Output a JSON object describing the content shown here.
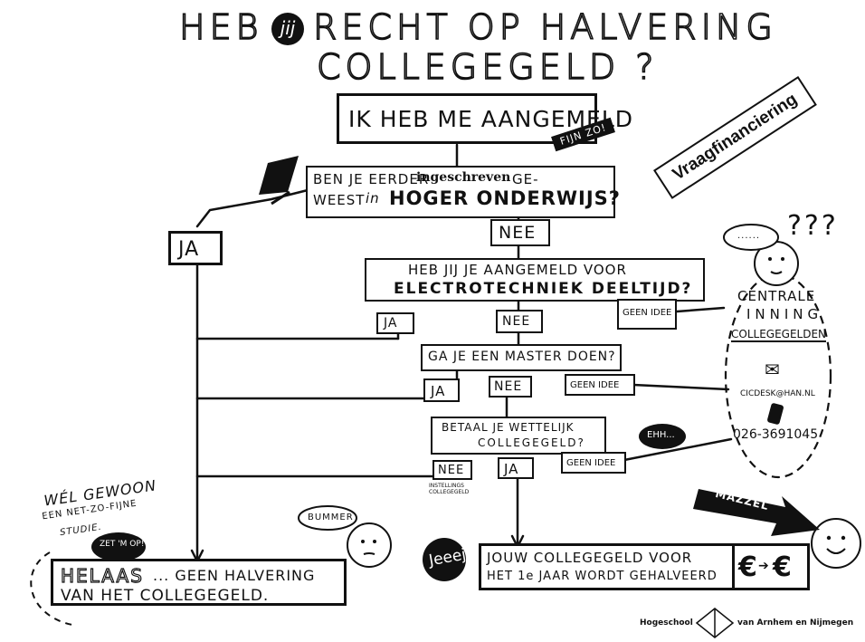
{
  "title": {
    "line1_a": "HEB",
    "line1_jij": "jij",
    "line1_b": "RECHT OP HALVERING",
    "line2": "COLLEGEGELD ?"
  },
  "start_box": {
    "text": "IK HEB ME AANGEMELD",
    "tag": "FIJN ZO!"
  },
  "q1": {
    "line1_a": "BEN JE EERDER",
    "line1_inline": "ingeschreven",
    "line1_b": "GE-",
    "line2_a": "WEEST",
    "line2_in": "in",
    "line2_b": "HOGER ONDERWIJS?"
  },
  "stamp": "Vraagfinanciering",
  "ja_main": "JA",
  "nee_main": "NEE",
  "q2": {
    "line1": "HEB JIJ JE AANGEMELD VOOR",
    "line2": "ELECTROTECHNIEK DEELTIJD?"
  },
  "q2_answers": {
    "ja": "JA",
    "nee": "NEE",
    "geen_idee": "GEEN IDEE"
  },
  "q3": {
    "text": "GA JE EEN MASTER DOEN?"
  },
  "q3_answers": {
    "ja": "JA",
    "nee": "NEE",
    "geen_idee": "GEEN IDEE"
  },
  "q4": {
    "line1": "BETAAL JE WETTELIJK",
    "line2": "COLLEGEGELD?"
  },
  "q4_answers": {
    "nee": "NEE",
    "ja": "JA",
    "geen_idee": "GEEN IDEE",
    "note": "INSTELLINGS COLLEGEGELD"
  },
  "ehh": "EHH...",
  "dots": "......",
  "question_marks": "???",
  "cic": {
    "l1": "CENTRALE",
    "l2": "INNING",
    "l3": "COLLEGEGELDEN",
    "email": "CICDESK@HAN.NL",
    "phone": "026-3691045"
  },
  "side_note": {
    "l1": "WÉL GEWOON",
    "l2": "EEN NET-ZO-FIJNE",
    "l3": "STUDIE.",
    "bubble": "ZET 'M OP!"
  },
  "bummer": "BUMMER",
  "helaas": {
    "l1_a": "HELAAS",
    "l1_b": "... GEEN HALVERING",
    "l2": "VAN HET COLLEGEGELD."
  },
  "mazzel": "MAZZEL",
  "jeeej": "Jeeej",
  "result": {
    "l1": "JOUW COLLEGEGELD VOOR",
    "l2": "HET 1e JAAR WORDT GEHALVEERD"
  },
  "euro": {
    "left": "€",
    "arrow": "➔",
    "right": "€"
  },
  "footer": {
    "left": "Hogeschool",
    "right": "van Arnhem en Nijmegen"
  },
  "colors": {
    "ink": "#111111",
    "paper": "#ffffff"
  }
}
